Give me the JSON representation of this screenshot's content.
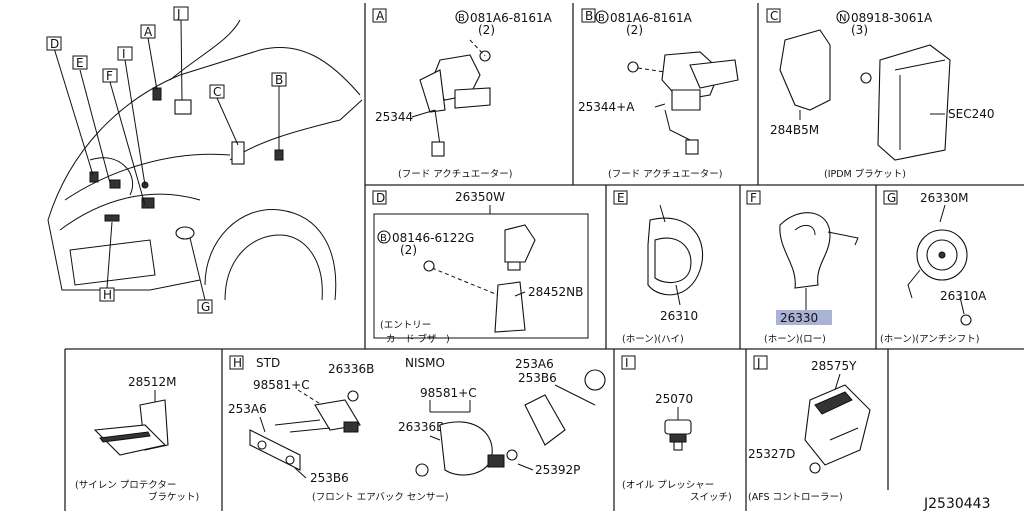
{
  "drawing_number": "J2530443",
  "accent_color": "#8e98c9",
  "overview": {
    "callouts": [
      "D",
      "E",
      "F",
      "I",
      "A",
      "J",
      "C",
      "B",
      "H",
      "G"
    ]
  },
  "sections": {
    "A": {
      "letter": "A",
      "bolt": "081A6-8161A",
      "qty": "(2)",
      "bolt_prefix": "B",
      "part": "25344",
      "caption": "(フード アクチュエーター)"
    },
    "B": {
      "letter": "B",
      "bolt": "081A6-8161A",
      "qty": "(2)",
      "bolt_prefix": "B",
      "part": "25344+A",
      "caption": "(フード アクチュエーター)"
    },
    "C": {
      "letter": "C",
      "nut": "08918-3061A",
      "qty": "(3)",
      "nut_prefix": "N",
      "part1": "284B5M",
      "part2": "SEC240",
      "caption": "(IPDM ブラケット)"
    },
    "D": {
      "letter": "D",
      "top_part": "26350W",
      "bolt": "08146-6122G",
      "qty": "(2)",
      "bolt_prefix": "B",
      "part": "28452NB",
      "caption_line1": "(エントリー",
      "caption_line2": "カード ブザー)"
    },
    "E": {
      "letter": "E",
      "part": "26310",
      "caption": "(ホーン)(ハイ)"
    },
    "F": {
      "letter": "F",
      "part": "26330",
      "caption": "(ホーン)(ロー)"
    },
    "G": {
      "letter": "G",
      "part1": "26330M",
      "part2": "26310A",
      "caption": "(ホーン)(アンチシフト)"
    },
    "bracket": {
      "part": "28512M",
      "caption_line1": "(サイレン プロテクター",
      "caption_line2": "ブラケット)"
    },
    "H": {
      "letter": "H",
      "std_label": "STD",
      "nismo_label": "NISMO",
      "std_parts": [
        "26336B",
        "98581+C",
        "253A6",
        "253B6"
      ],
      "nismo_parts": [
        "253A6",
        "253B6",
        "98581+C",
        "26336B",
        "25392P"
      ],
      "caption": "(フロント エアバック センサー)"
    },
    "I": {
      "letter": "I",
      "part": "25070",
      "caption_line1": "(オイル プレッシャー",
      "caption_line2": "スイッチ)"
    },
    "J": {
      "letter": "J",
      "part1": "28575Y",
      "part2": "25327D",
      "caption": "(AFS コントローラー)"
    }
  }
}
